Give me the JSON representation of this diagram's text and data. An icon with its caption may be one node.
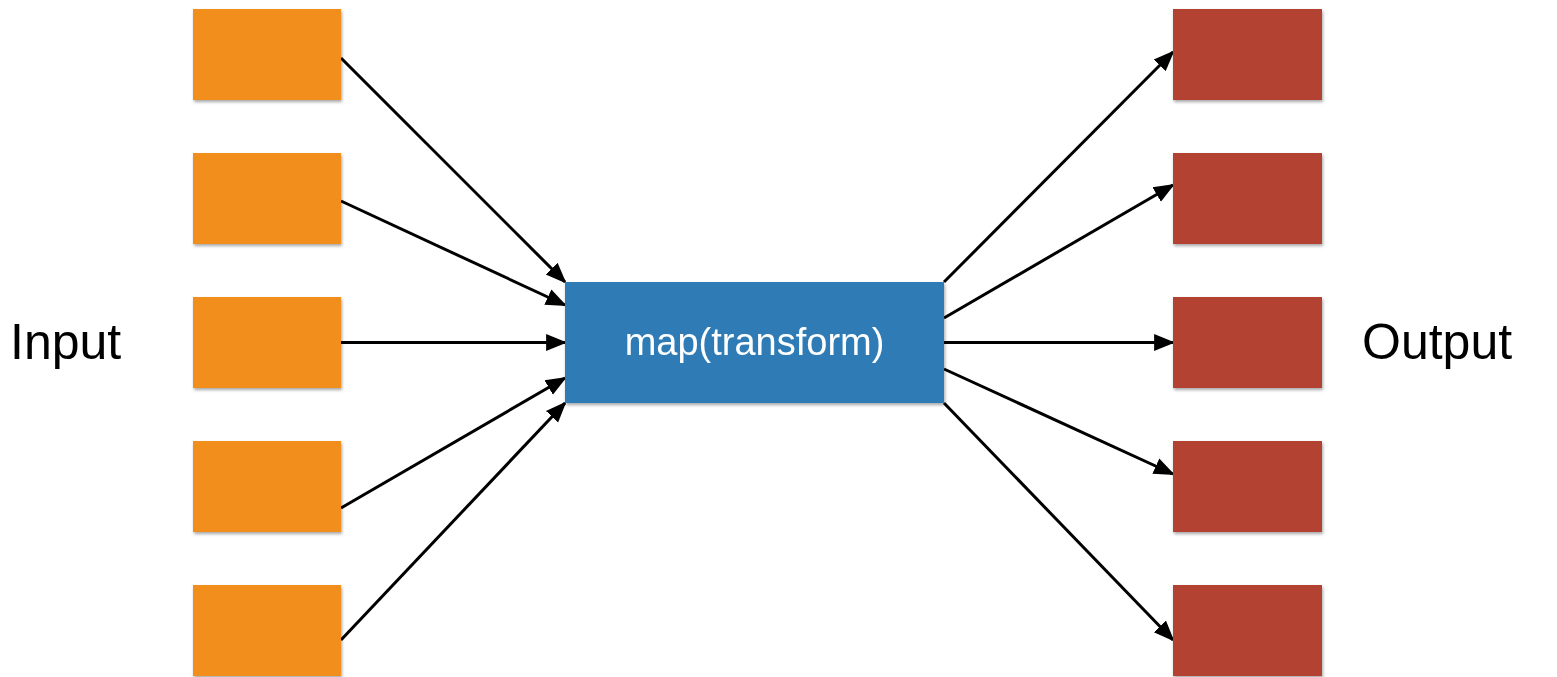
{
  "diagram": {
    "nodes": [
      {
        "text": [],
        "shape": "box"
      },
      {
        "text": [],
        "shape": "box"
      },
      {
        "text": [],
        "shape": "box"
      },
      {
        "text": [],
        "shape": "box"
      },
      {
        "text": [],
        "shape": "box"
      },
      {
        "text": [
          "map(transform)"
        ]
      },
      {
        "text": [],
        "shape": "box"
      },
      {
        "text": [],
        "shape": "box"
      },
      {
        "text": [],
        "shape": "box"
      },
      {
        "text": [],
        "shape": "box"
      },
      {
        "text": [],
        "shape": "box"
      }
    ],
    "edges": [
      {
        "from": 0,
        "to": 5,
        "arrow": "to"
      },
      {
        "from": 1,
        "to": 5,
        "arrow": "to"
      },
      {
        "from": 2,
        "to": 5,
        "arrow": "to"
      },
      {
        "from": 3,
        "to": 5,
        "arrow": "to"
      },
      {
        "from": 4,
        "to": 5,
        "arrow": "to"
      },
      {
        "from": 5,
        "to": 6,
        "arrow": "to"
      },
      {
        "from": 5,
        "to": 7,
        "arrow": "to"
      },
      {
        "from": 5,
        "to": 8,
        "arrow": "to"
      },
      {
        "from": 5,
        "to": 9,
        "arrow": "to"
      },
      {
        "from": 5,
        "to": 10,
        "arrow": "to"
      }
    ],
    "labels": [
      "Input",
      "Output"
    ]
  }
}
